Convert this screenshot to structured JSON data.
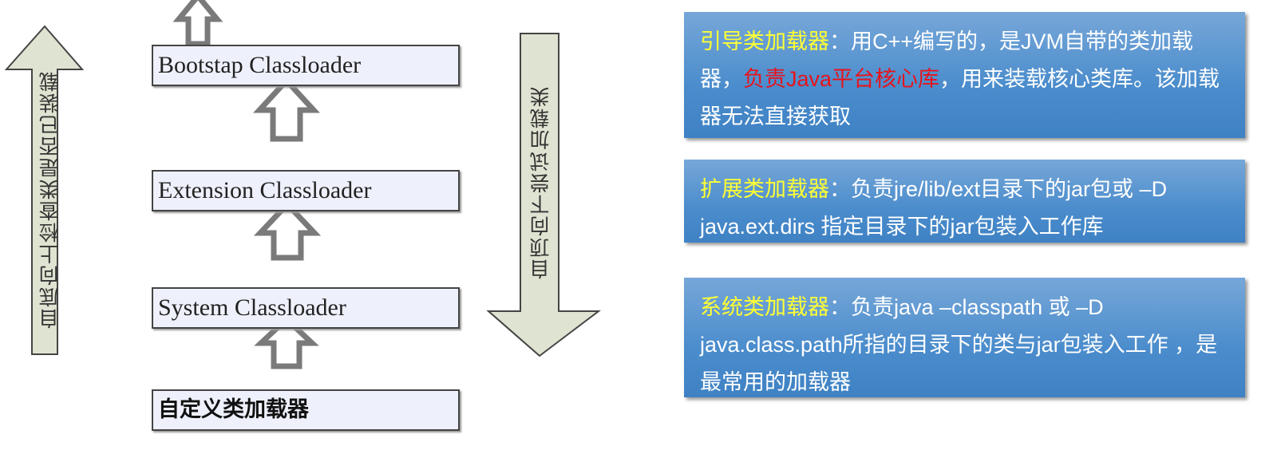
{
  "diagram": {
    "left_arrow_label": "自底向上检查类是否已装载",
    "right_arrow_label": "自顶向下尝试加载类",
    "loaders": [
      {
        "label": "Bootstap Classloader"
      },
      {
        "label": "Extension Classloader"
      },
      {
        "label": "System Classloader"
      },
      {
        "label": "自定义类加载器"
      }
    ],
    "colors": {
      "box_fill": "#eef0fb",
      "big_arrow_fill": "#dfe3d1",
      "small_arrow_stroke": "#7a7a7a",
      "panel_blue": "#4a8ccc",
      "highlight_yellow": "#ffff33",
      "highlight_red": "#e8131c"
    }
  },
  "descriptions": [
    {
      "title": "引导类加载器",
      "sep": "：",
      "text_a": "用C++编写的，是JVM自带的类加载器，",
      "text_red": "负责Java平台核心库",
      "text_b": "，用来装载核心类库。该加载器无法直接获取"
    },
    {
      "title": "扩展类加载器",
      "sep": "：",
      "text_a": "负责jre/lib/ext目录下的jar包或 –D java.ext.dirs 指定目录下的jar包装入工作库"
    },
    {
      "title": "系统类加载器",
      "sep": "：",
      "text_a": "负责java –classpath 或 –D java.class.path所指的目录下的类与jar包装入工作 ，是最常用的加载器"
    }
  ]
}
